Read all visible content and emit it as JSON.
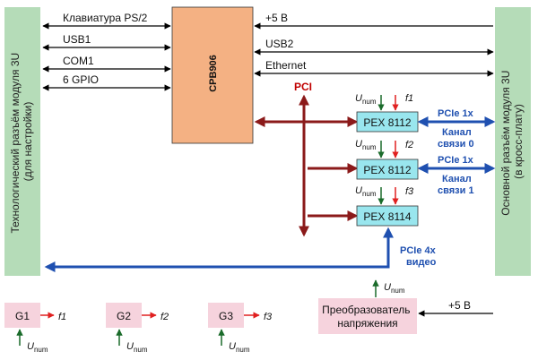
{
  "blocks": {
    "left_connector": "Технологический разъём модуля 3U (для настройки)",
    "left_connector_line1": "Технологический разъём модуля 3U",
    "left_connector_line2": "(для настройки)",
    "right_connector_line1": "Основной разъём модуля 3U",
    "right_connector_line2": "(в кросс-плату)",
    "cpu": "CPB906",
    "pex1": "PEX 8112",
    "pex2": "PEX 8112",
    "pex3": "PEX 8114",
    "g1": "G1",
    "g2": "G2",
    "g3": "G3",
    "converter_line1": "Преобразователь",
    "converter_line2": "напряжения"
  },
  "left_signals": [
    "Клавиатура PS/2",
    "USB1",
    "COM1",
    "6 GPIO"
  ],
  "right_signals": [
    "+5 В",
    "USB2",
    "Ethernet"
  ],
  "bus": {
    "pci": "PCI"
  },
  "pcie": {
    "link1": "PCIe 1x",
    "ch0_line1": "Канал",
    "ch0_line2": "связи 0",
    "link2": "PCIe 1x",
    "ch1_line1": "Канал",
    "ch1_line2": "связи 1",
    "video_line1": "PCIe 4x",
    "video_line2": "видео"
  },
  "labels": {
    "u_main": "U",
    "u_sub": "num",
    "f1": "f1",
    "f2": "f2",
    "f3": "f3",
    "plus5": "+5 В"
  },
  "colors": {
    "connector_fill": "#b5dcb8",
    "cpu_fill": "#f4b183",
    "pex_fill": "#99e6ee",
    "gen_fill": "#f6d3dd",
    "bus_color": "#8b1a1a",
    "pcie_color": "#1f50b0",
    "u_arrow": "#1a6b2a",
    "f_arrow": "#e02020"
  }
}
